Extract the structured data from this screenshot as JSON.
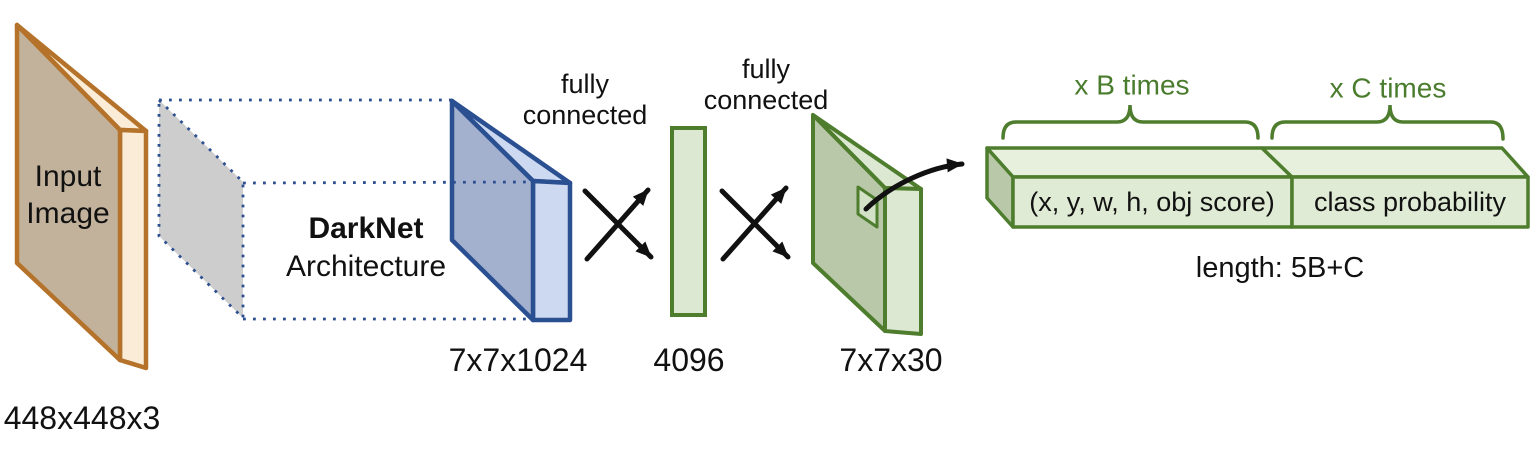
{
  "colors": {
    "background": "#ffffff",
    "orange-stroke": "#b4722a",
    "tan-fill": "#c2b29b",
    "cream-fill": "#faecd7",
    "blue-stroke": "#2b5092",
    "blue-front-fill": "#a3b1ce",
    "blue-light-fill": "#ccd9f0",
    "gray-fill": "#cdcdcd",
    "dot-blue": "#2d4f91",
    "green-stroke": "#4e7d2e",
    "green-light-fill": "#dce8d2",
    "green-sage-fill": "#b8c8a8",
    "square-fill": "#d3e2c6",
    "bar-front-fill": "#dfebd5",
    "bar-top-fill": "#e6f0dd",
    "green-text": "#4a7c2e",
    "arrow-black": "#111111",
    "text-black": "#111111"
  },
  "input_layer": {
    "title_line1": "Input",
    "title_line2": "Image",
    "dims": "448x448x3"
  },
  "backbone": {
    "name": "DarkNet",
    "subtitle": "Architecture",
    "output_dims": "7x7x1024"
  },
  "fc1": {
    "label_line1": "fully",
    "label_line2": "connected",
    "units": "4096"
  },
  "fc2": {
    "label_line1": "fully",
    "label_line2": "connected",
    "output_dims": "7x7x30"
  },
  "output": {
    "bbox_label": "(x, y, w, h, obj score)",
    "class_label": "class probability",
    "b_times": "x B times",
    "c_times": "x C times",
    "length_label": "length: 5B+C"
  }
}
